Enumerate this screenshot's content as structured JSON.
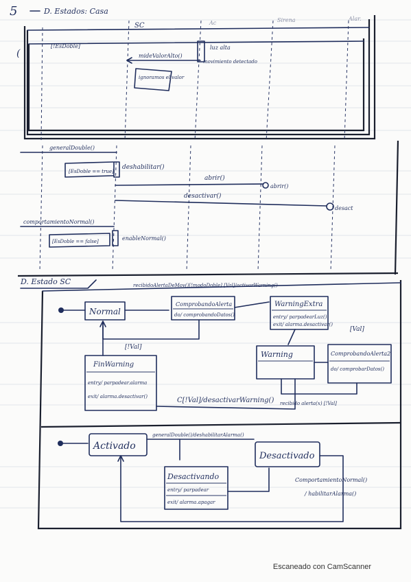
{
  "page_number": "5",
  "top_diagram": {
    "title": "D. Estados: Casa",
    "lifelines": [
      "SC",
      "Ac",
      "Sirena",
      "Alar."
    ],
    "frame_label": "[!EsDoble]",
    "msg_mide": "mideValorAlto()",
    "box_comment": "ignoramos el valor",
    "msg_luz": "luz alta",
    "msg_mov": "movimiento detectado",
    "gen_double": "generalDouble()",
    "guard_es_doble": "[EsDoble == true]",
    "msg_disable": "deshabilitar()",
    "msg_abrir": "abrir()",
    "msg_abrir2": "abrir()",
    "msg_desactivar": "desactivar()",
    "msg_desactivar2": "desact",
    "compartimento": "comportamientoNormal()",
    "guard_false": "[EsDoble == false]",
    "msg_enable": "enableNormal()"
  },
  "state_diagram_1": {
    "title": "D. Estado SC",
    "trans_top": "recibidoAlertaDeMov()[!modoDoble] [Val]/activarWarning()",
    "state_normal": "Normal",
    "state_comprobando": "ComprobandoAlerta",
    "comprobando_action": "do/ comprobandoDatos()",
    "state_warning_extra": "WarningExtra",
    "warning_extra_entry": "entry/ parpadearLuz()",
    "warning_extra_exit": "exit/ alarma.desactivar()",
    "guard_val_right": "[Val]",
    "guard_not_val": "[!Val]",
    "state_warning": "Warning",
    "state_comprobando2": "ComprobandoAlerta2",
    "comprobando2_action": "do/ comprobarDatos()",
    "state_fin_warning": "FinWarning",
    "fin_entry": "entry/ parpadear.alarma",
    "fin_exit": "exit/ alarma.desactivar()",
    "trans_bottom": "C[!Val]/desactivarWarning()",
    "trans_timeout": "recibido alerta(x) [!Val]"
  },
  "state_diagram_2": {
    "state_activado": "Activado",
    "state_desactivado": "Desactivado",
    "trans_top": "generalDouble()/deshabilitarAlarma()",
    "state_desactivando": "Desactivando",
    "desactivando_entry": "entry/ parpadear",
    "desactivando_exit": "exit/ alarma.apagar",
    "trans_right_1": "ComportamientoNormal()",
    "trans_right_2": "/ habilitarAlarma()"
  },
  "footer": "Escaneado con CamScanner"
}
